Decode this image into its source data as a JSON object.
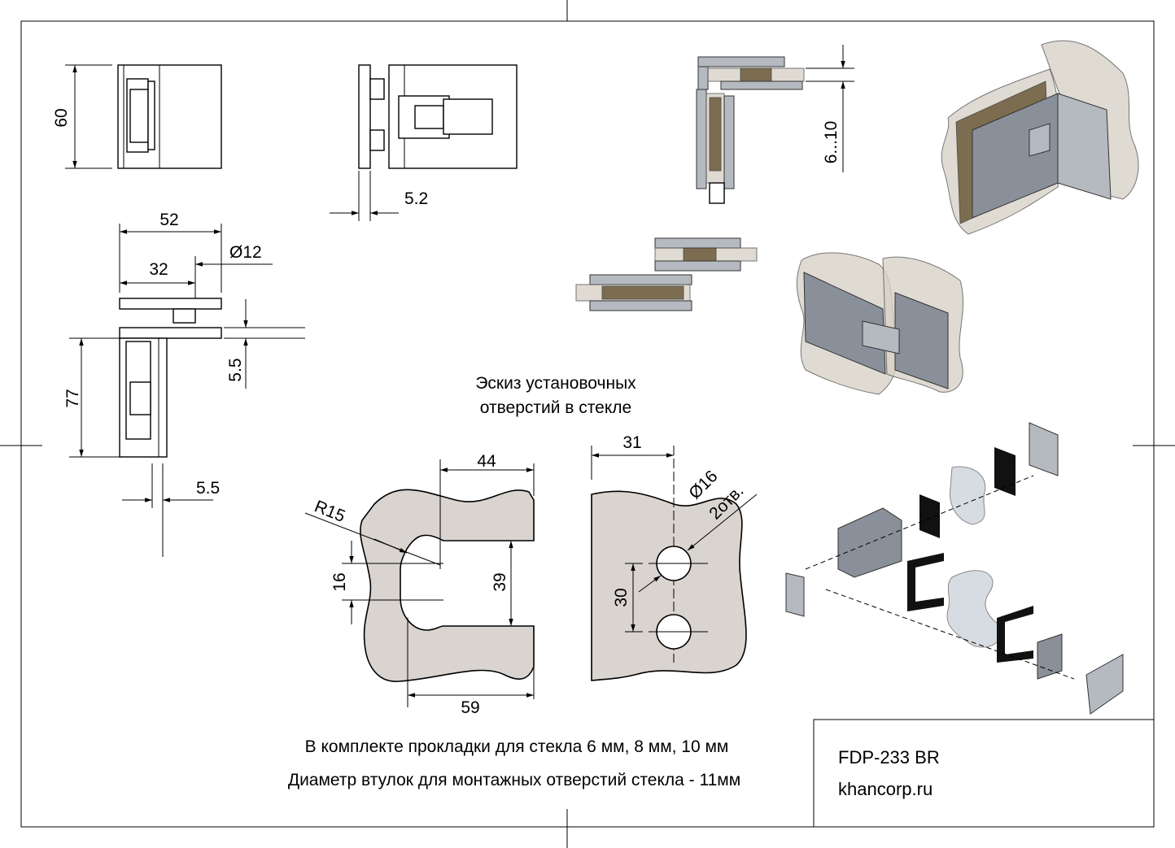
{
  "dimensions": {
    "height_60": "60",
    "plate_5_2": "5.2",
    "glass_6_10": "6...10",
    "width_52": "52",
    "dia_12": "Ø12",
    "width_32": "32",
    "gap_5_5_vertical": "5.5",
    "height_77": "77",
    "gap_5_5_horizontal": "5.5",
    "cutout_44": "44",
    "radius_15": "R15",
    "pitch_16": "16",
    "opening_39": "39",
    "width_59": "59",
    "offset_31": "31",
    "dia_16": "Ø16",
    "holes_count": "2отв.",
    "pitch_30": "30"
  },
  "sketch_caption": {
    "line1": "Эскиз установочных",
    "line2": "отверстий в стекле"
  },
  "notes": {
    "line1": "В комплекте прокладки для стекла 6 мм, 8 мм, 10 мм",
    "line2": "Диаметр втулок для монтажных отверстий стекла  - 11мм"
  },
  "title_block": {
    "model": "FDP-233 BR",
    "website": "khancorp.ru"
  },
  "colors": {
    "glass_fill": "#d9d4cf",
    "metal": "#8a9099",
    "glass_tint": "#6b5a3a"
  }
}
